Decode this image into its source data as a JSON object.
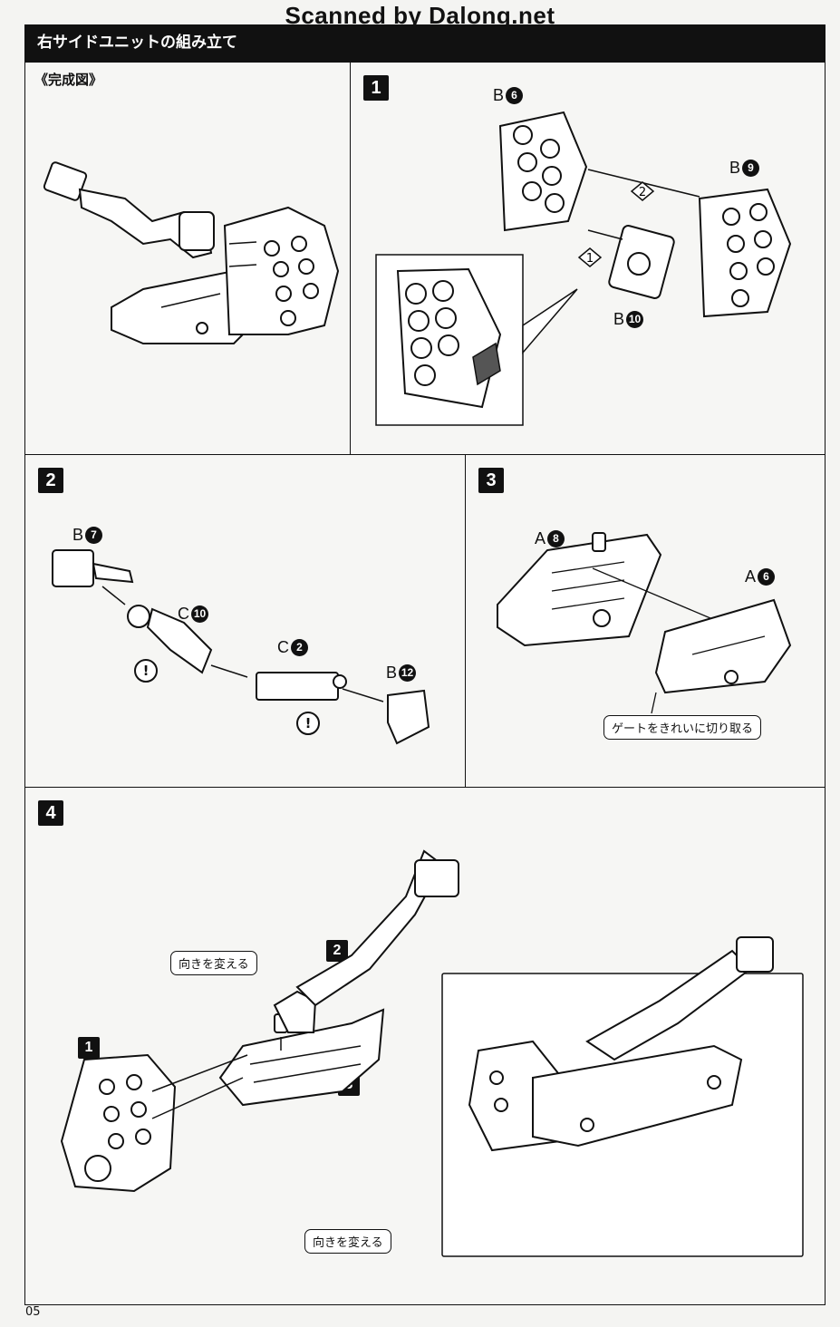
{
  "watermark": "Scanned by Dalong.net",
  "header": {
    "title": "右サイドユニットの組み立て"
  },
  "panels": {
    "complete": {
      "title": "《完成図》"
    },
    "step1": {
      "number": "1",
      "labels": [
        {
          "letter": "B",
          "num": "6"
        },
        {
          "letter": "B",
          "num": "9"
        },
        {
          "letter": "B",
          "num": "10"
        }
      ],
      "order": [
        "1",
        "2"
      ]
    },
    "step2": {
      "number": "2",
      "labels": [
        {
          "letter": "B",
          "num": "7"
        },
        {
          "letter": "C",
          "num": "10"
        },
        {
          "letter": "C",
          "num": "2"
        },
        {
          "letter": "B",
          "num": "12"
        }
      ],
      "warning": "!"
    },
    "step3": {
      "number": "3",
      "labels": [
        {
          "letter": "A",
          "num": "8"
        },
        {
          "letter": "A",
          "num": "6"
        }
      ],
      "callout": "ゲートをきれいに切り取る"
    },
    "step4": {
      "number": "4",
      "sub_refs": [
        "1",
        "2",
        "3"
      ],
      "callouts": [
        "向きを変える",
        "向きを変える"
      ]
    }
  },
  "page_number": "05"
}
